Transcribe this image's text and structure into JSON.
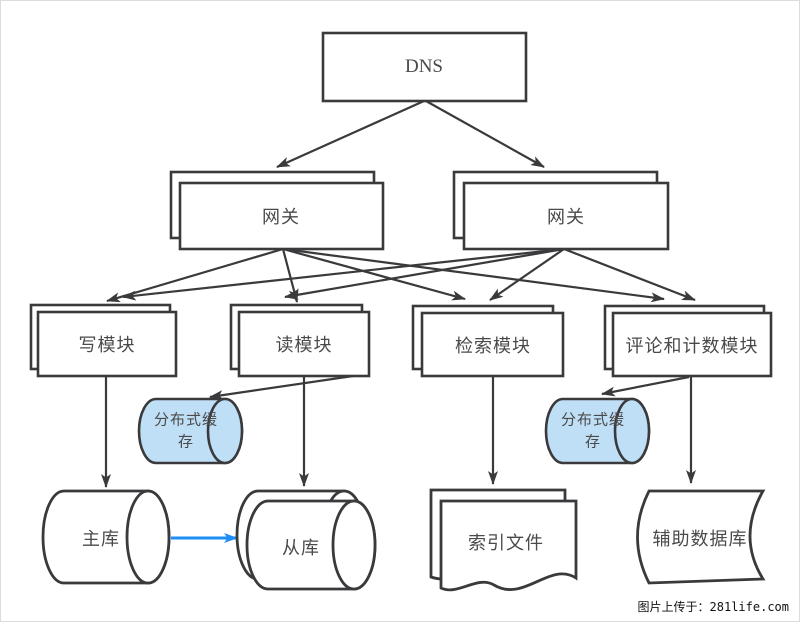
{
  "diagram_title": "web-architecture-flowchart",
  "nodes": {
    "dns": {
      "label": "DNS",
      "shape": "rectangle"
    },
    "gateway_left": {
      "label": "网关",
      "shape": "stacked-rectangle"
    },
    "gateway_right": {
      "label": "网关",
      "shape": "stacked-rectangle"
    },
    "write_module": {
      "label": "写模块",
      "shape": "stacked-rectangle"
    },
    "read_module": {
      "label": "读模块",
      "shape": "stacked-rectangle"
    },
    "search_module": {
      "label": "检索模块",
      "shape": "stacked-rectangle"
    },
    "comment_count_module": {
      "label": "评论和计数模块",
      "shape": "stacked-rectangle"
    },
    "cache_left": {
      "label": "分布式缓存",
      "shape": "horizontal-cylinder",
      "fill": "#bfdff6"
    },
    "cache_right": {
      "label": "分布式缓存",
      "shape": "horizontal-cylinder",
      "fill": "#bfdff6"
    },
    "master_db": {
      "label": "主库",
      "shape": "horizontal-cylinder",
      "fill": "#ffffff"
    },
    "slave_db": {
      "label": "从库",
      "shape": "stacked-horizontal-cylinder",
      "fill": "#ffffff"
    },
    "index_file": {
      "label": "索引文件",
      "shape": "stacked-document",
      "fill": "#ffffff"
    },
    "aux_db": {
      "label": "辅助数据库",
      "shape": "stored-data",
      "fill": "#ffffff"
    }
  },
  "edges": [
    {
      "from": "dns",
      "to": "gateway_left",
      "color": "dark"
    },
    {
      "from": "dns",
      "to": "gateway_right",
      "color": "dark"
    },
    {
      "from": "gateway_left",
      "to": "write_module",
      "color": "dark"
    },
    {
      "from": "gateway_left",
      "to": "read_module",
      "color": "dark"
    },
    {
      "from": "gateway_left",
      "to": "search_module",
      "color": "dark"
    },
    {
      "from": "gateway_left",
      "to": "comment_count_module",
      "color": "dark"
    },
    {
      "from": "gateway_right",
      "to": "write_module",
      "color": "dark"
    },
    {
      "from": "gateway_right",
      "to": "read_module",
      "color": "dark"
    },
    {
      "from": "gateway_right",
      "to": "search_module",
      "color": "dark"
    },
    {
      "from": "gateway_right",
      "to": "comment_count_module",
      "color": "dark"
    },
    {
      "from": "write_module",
      "to": "master_db",
      "color": "dark"
    },
    {
      "from": "read_module",
      "to": "cache_left",
      "color": "dark"
    },
    {
      "from": "read_module",
      "to": "slave_db",
      "color": "dark"
    },
    {
      "from": "search_module",
      "to": "index_file",
      "color": "dark"
    },
    {
      "from": "comment_count_module",
      "to": "cache_right",
      "color": "dark"
    },
    {
      "from": "comment_count_module",
      "to": "aux_db",
      "color": "dark"
    },
    {
      "from": "master_db",
      "to": "slave_db",
      "color": "blue"
    }
  ],
  "colors": {
    "outline": "#3a3a3c",
    "arrow": "#3a3a3c",
    "replication_arrow": "#1e8ef7",
    "cache_fill": "#bfdff6",
    "text": "#4a4a4a"
  },
  "watermark": {
    "text": "图片上传于：281life.com"
  }
}
